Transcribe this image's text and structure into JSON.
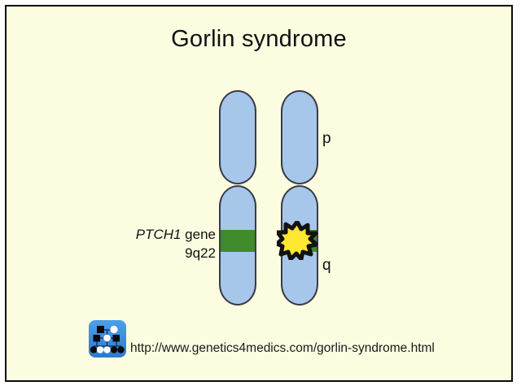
{
  "slide": {
    "title": "Gorlin syndrome",
    "background_color": "#fcfce1",
    "border_color": "#0c0c0c"
  },
  "diagram": {
    "type": "chromosome-pair",
    "chromosome_fill": "#a6c7ea",
    "chromosome_outline": "#3b3b47",
    "band_color": "#3f8a2a",
    "mutation_marker_color": "#ffe833",
    "arm_labels": {
      "short_arm": "p",
      "long_arm": "q"
    },
    "gene_label": {
      "gene_name": "PTCH1",
      "gene_suffix": " gene",
      "locus": "9q22"
    },
    "chromosomes": [
      {
        "id": "normal-allele",
        "has_mutation": false
      },
      {
        "id": "mutated-allele",
        "has_mutation": true
      }
    ]
  },
  "footer": {
    "logo_alt": "pedigree-chart-logo",
    "url": "http://www.genetics4medics.com/gorlin-syndrome.html"
  }
}
